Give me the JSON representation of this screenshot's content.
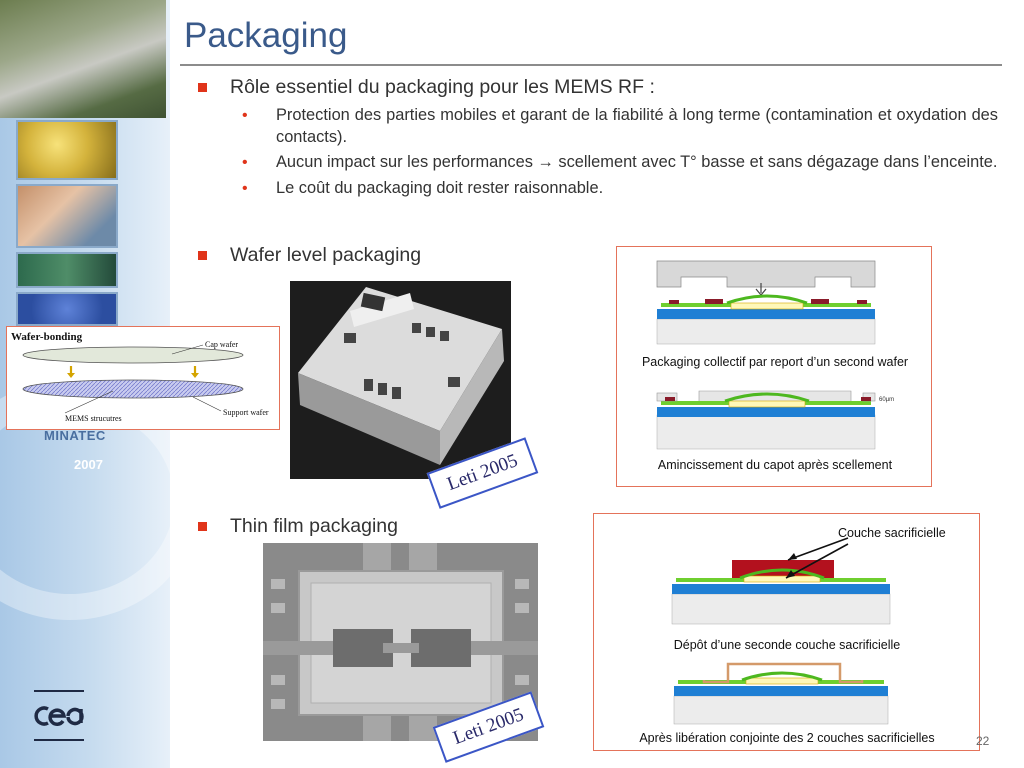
{
  "title": "Packaging",
  "bullet_1": {
    "text": "Rôle essentiel du packaging pour les MEMS RF :",
    "sub": [
      "Protection des parties mobiles et garant de la fiabilité à long terme (contamination et oxydation des contacts).",
      "Aucun impact sur les performances → scellement avec T° basse et sans dégazage dans l’enceinte.",
      "Le coût du packaging doit rester raisonnable."
    ]
  },
  "bullet_2": "Wafer level packaging",
  "bullet_3": "Thin film packaging",
  "wafer_bonding": {
    "heading": "Wafer-bonding",
    "cap_wafer": "Cap wafer",
    "mems": "MEMS strucutres",
    "support": "Support wafer"
  },
  "wlp_box": {
    "caption_1": "Packaging collectif par report d’un second wafer",
    "caption_2": "Amincissement du capot après scellement",
    "scale": "60µm"
  },
  "tfp_box": {
    "label": "Couche sacrificielle",
    "caption_1": "Dépôt d’une seconde couche sacrificielle",
    "caption_2": "Après libération conjointe des 2 couches sacrificielles"
  },
  "leti_1": "Leti 2005",
  "leti_2": "Leti 2005",
  "sidebar": {
    "brand": "MINATEC",
    "year": "2007"
  },
  "page_number": "22",
  "colors": {
    "title": "#3a5a8a",
    "bullet": "#e0341a",
    "box_border": "#e4735a",
    "stamp_border": "#3b56c6"
  }
}
